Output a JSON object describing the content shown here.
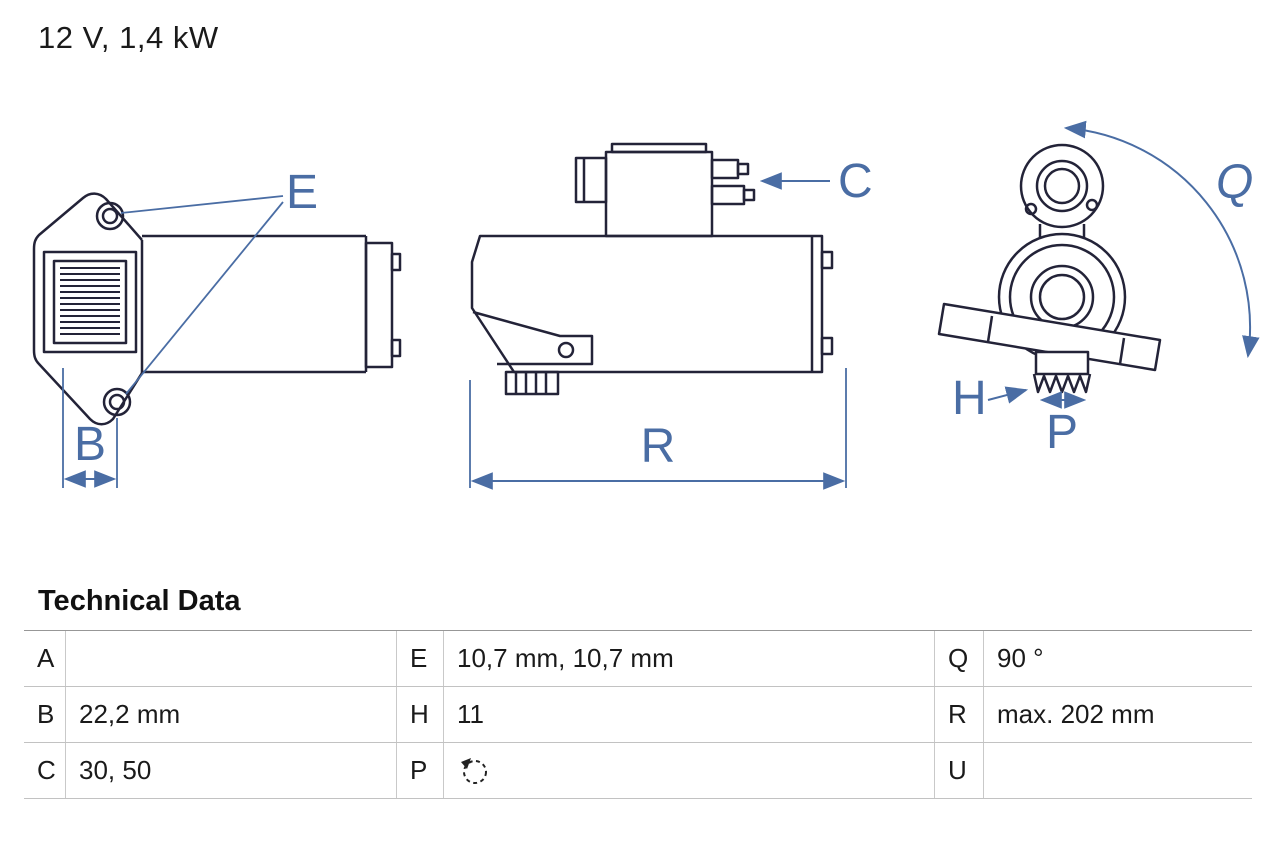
{
  "title": "12 V, 1,4 kW",
  "section_heading": "Technical Data",
  "diagram": {
    "labels": {
      "E": "E",
      "C": "C",
      "B": "B",
      "R": "R",
      "Q": "Q",
      "H": "H",
      "P": "P"
    },
    "colors": {
      "accent": "#4a6da4",
      "line": "#232338"
    }
  },
  "table": {
    "rows": [
      {
        "cells": [
          {
            "key": "A",
            "value": ""
          },
          {
            "key": "E",
            "value": "10,7 mm, 10,7 mm"
          },
          {
            "key": "Q",
            "value": "90 °"
          }
        ]
      },
      {
        "cells": [
          {
            "key": "B",
            "value": "22,2 mm"
          },
          {
            "key": "H",
            "value": "11"
          },
          {
            "key": "R",
            "value": "max. 202 mm"
          }
        ]
      },
      {
        "cells": [
          {
            "key": "C",
            "value": "30, 50"
          },
          {
            "key": "P",
            "value": ""
          },
          {
            "key": "U",
            "value": ""
          }
        ]
      }
    ]
  }
}
